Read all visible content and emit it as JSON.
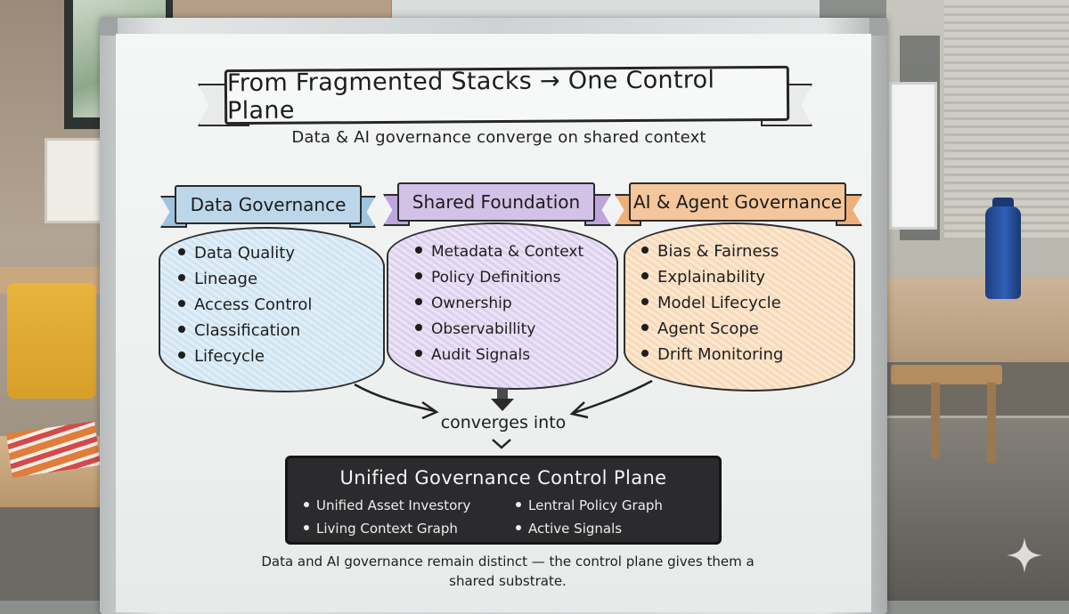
{
  "title": "From Fragmented Stacks → One Control Plane",
  "subtitle": "Data & AI governance converge on shared context",
  "columns": [
    {
      "heading": "Data Governance",
      "color": "#bcd7ea",
      "items": [
        "Data Quality",
        "Lineage",
        "Access Control",
        "Classification",
        "Lifecycle"
      ]
    },
    {
      "heading": "Shared Foundation",
      "color": "#d3c2e8",
      "items": [
        "Metadata & Context",
        "Policy Definitions",
        "Ownership",
        "Observabillity",
        "Audit Signals"
      ]
    },
    {
      "heading": "AI & Agent Governance",
      "color": "#f3c79b",
      "items": [
        "Bias & Fairness",
        "Explainability",
        "Model Lifecycle",
        "Agent Scope",
        "Drift Monitoring"
      ]
    }
  ],
  "converge_label": "converges into",
  "control_plane": {
    "title": "Unified Governance Control Plane",
    "items_left": [
      "Unified Asset Investory",
      "Living Context Graph"
    ],
    "items_right": [
      "Lentral Policy Graph",
      "Active Signals"
    ]
  },
  "footnote": {
    "line1": "Data and AI governance remain distinct — the control plane gives them a",
    "line2": "shared substrate."
  },
  "icons": [
    "sparkle-icon"
  ]
}
